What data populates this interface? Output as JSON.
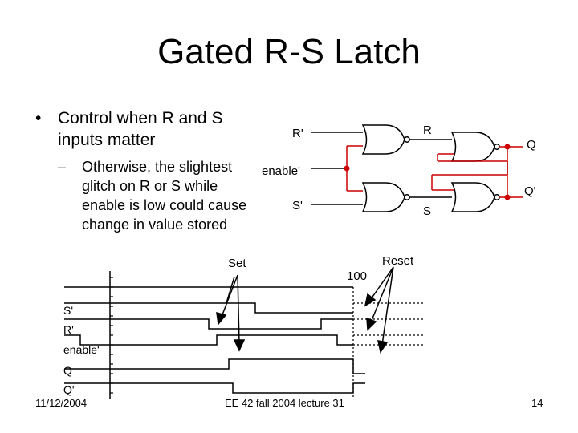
{
  "slide": {
    "title": "Gated R-S Latch",
    "bullet": "Control when R and S inputs matter",
    "sub_bullet": "Otherwise, the slightest glitch on R or S while enable is low could cause change in value stored"
  },
  "circuit": {
    "r_bar": "R'",
    "enable_bar": "enable'",
    "s_bar": "S'",
    "r": "R",
    "s": "S",
    "q": "Q",
    "q_bar": "Q'"
  },
  "timing": {
    "set_label": "Set",
    "reset_label": "Reset",
    "value_label": "100",
    "signals": [
      "S'",
      "R'",
      "enable'",
      "Q",
      "Q'"
    ]
  },
  "footer": {
    "date": "11/12/2004",
    "course": "EE 42 fall 2004 lecture 31",
    "page": "14"
  },
  "colors": {
    "wire_red": "#cc0000",
    "text": "#000000"
  }
}
